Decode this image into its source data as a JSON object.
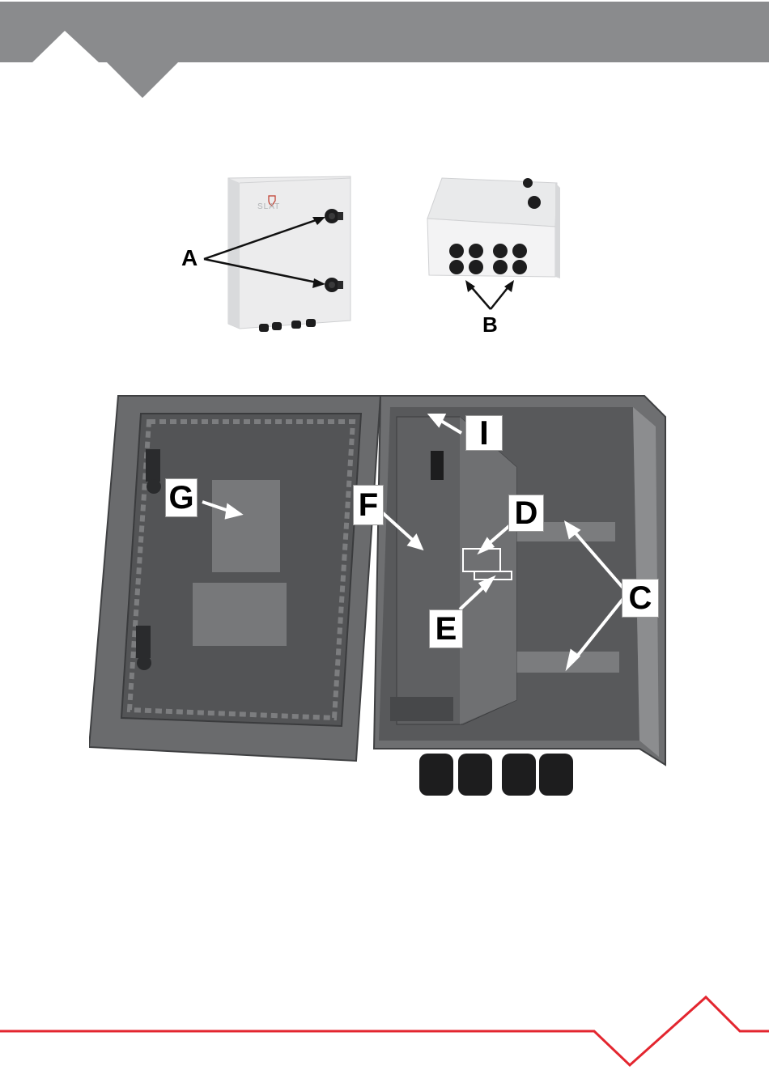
{
  "colors": {
    "header_gray": "#8a8b8d",
    "accent_red": "#e3262f",
    "enclosure_white": "#ededee",
    "enclosure_dark": "#5c5d5f",
    "gland_black": "#1d1d1e"
  },
  "brand": {
    "logo_text": "SLAT"
  },
  "figure_top_left": {
    "callouts": [
      {
        "label": "A"
      }
    ]
  },
  "figure_top_right": {
    "callouts": [
      {
        "label": "B"
      }
    ]
  },
  "figure_main": {
    "callouts": [
      {
        "label": "I"
      },
      {
        "label": "G"
      },
      {
        "label": "F"
      },
      {
        "label": "D"
      },
      {
        "label": "C"
      },
      {
        "label": "E"
      }
    ]
  }
}
